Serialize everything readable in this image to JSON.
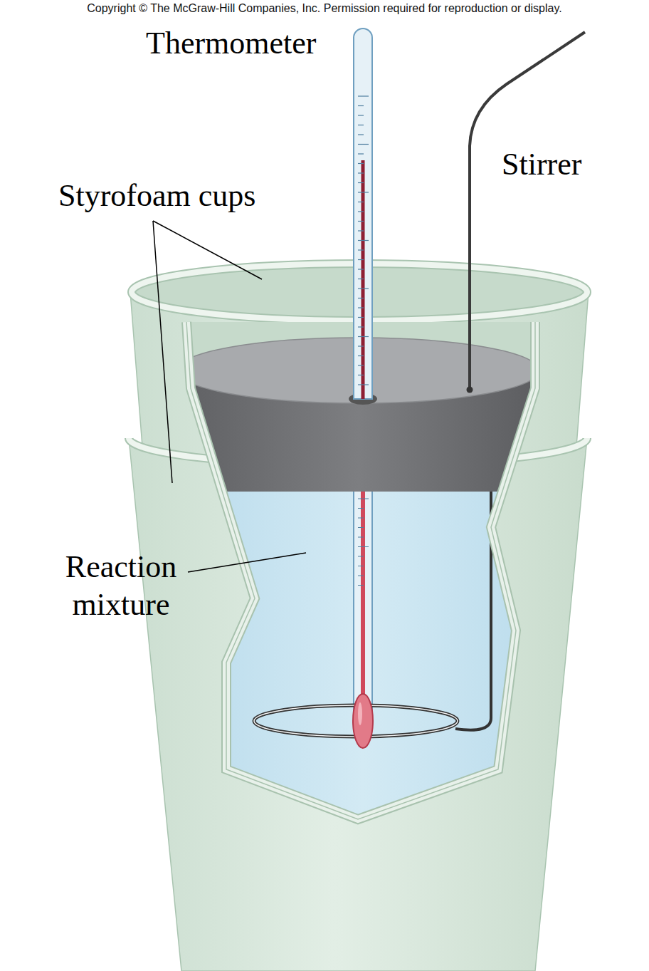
{
  "diagram": {
    "labels": [
      "Copyright © The McGraw-Hill Companies, Inc. Permission required for reproduction or display.",
      "Thermometer",
      "Stirrer",
      "Styrofoam cups",
      "Reaction mixture"
    ]
  }
}
